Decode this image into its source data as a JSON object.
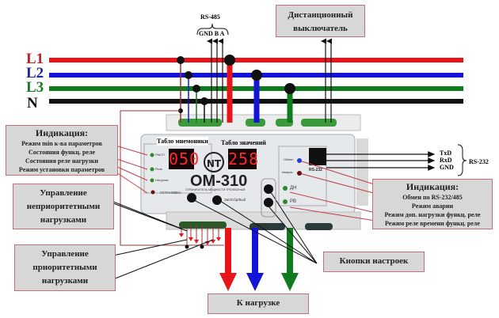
{
  "phases": [
    {
      "label": "L1",
      "color": "#e8141a"
    },
    {
      "label": "L2",
      "color": "#1414d8"
    },
    {
      "label": "L3",
      "color": "#0f7a1e"
    },
    {
      "label": "N",
      "color": "#111111"
    }
  ],
  "rs485": {
    "title": "RS-485",
    "pins": "GND B A"
  },
  "remote_switch": {
    "line1": "Дистанционный",
    "line2": "выключатель"
  },
  "device": {
    "model": "ОМ-310",
    "subtitle": "ОГРАНИЧИТЕЛЬ МОЩНОСТИ ТРЕХФАЗНЫЙ",
    "display_mnemonic_label": "Табло мнемоники",
    "display_value_label": "Табло значений",
    "display_mnemonic_value": "050",
    "display_value_value": "258",
    "led_labels": {
      "rmsp": "РМСП",
      "rele": "Реле",
      "nagruzka": "Нагрузка",
      "obmen": "Обмен",
      "avaria": "Авария",
      "dn": "ДН",
      "rv": "РВ"
    },
    "button_ustanovka": "УСТАНОВКА",
    "button_zap": "Зап/Сбр/Выб",
    "port_label": "RS-232"
  },
  "rs232": {
    "title": "RS-232",
    "lines": [
      "TxD",
      "RxD",
      "GND"
    ]
  },
  "indication_left": {
    "title": "Индикация:",
    "items": [
      "Режим min к-ва параметров",
      "Состояния функц. реле",
      "Состояния реле нагрузки",
      "Режим установки параметров"
    ]
  },
  "indication_right": {
    "title": "Индикация:",
    "items": [
      "Обмен по RS-232/485",
      "Режим аварии",
      "Режим доп. нагрузки функц. реле",
      "Режим реле времени функц. реле"
    ]
  },
  "nonpriority": {
    "line1": "Управление",
    "line2": "неприоритетными",
    "line3": "нагрузками"
  },
  "priority": {
    "line1": "Управление",
    "line2": "приоритетными",
    "line3": "нагрузками"
  },
  "buttons_label": "Кнопки настроек",
  "to_load_label": "К нагрузке"
}
